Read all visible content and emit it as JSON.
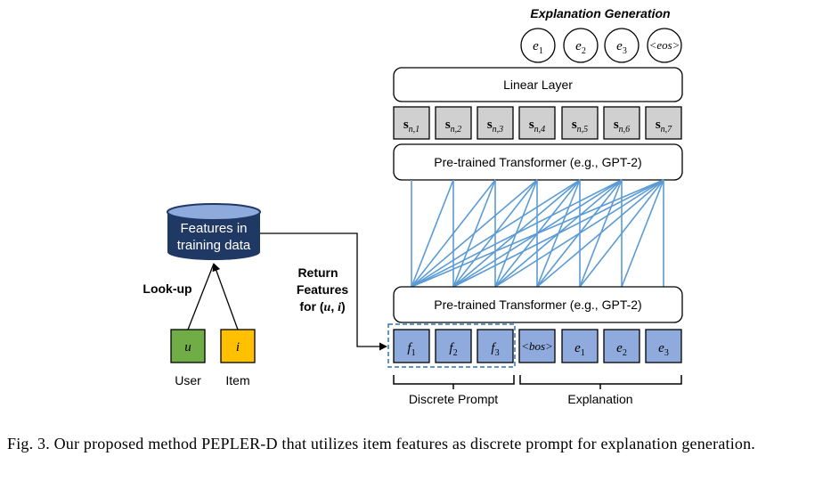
{
  "top_title": "Explanation Generation",
  "output_tokens": [
    {
      "base": "e",
      "sub": "1"
    },
    {
      "base": "e",
      "sub": "2"
    },
    {
      "base": "e",
      "sub": "3"
    },
    {
      "base": "<eos>",
      "sub": ""
    }
  ],
  "linear_layer": "Linear Layer",
  "hidden_states": [
    {
      "base": "s",
      "sub": "n,1"
    },
    {
      "base": "s",
      "sub": "n,2"
    },
    {
      "base": "s",
      "sub": "n,3"
    },
    {
      "base": "s",
      "sub": "n,4"
    },
    {
      "base": "s",
      "sub": "n,5"
    },
    {
      "base": "s",
      "sub": "n,6"
    },
    {
      "base": "s",
      "sub": "n,7"
    }
  ],
  "transformer_top": "Pre-trained Transformer (e.g., GPT-2)",
  "transformer_bottom": "Pre-trained Transformer (e.g., GPT-2)",
  "input_tokens": [
    {
      "base": "f",
      "sub": "1"
    },
    {
      "base": "f",
      "sub": "2"
    },
    {
      "base": "f",
      "sub": "3"
    },
    {
      "base": "<bos>",
      "sub": ""
    },
    {
      "base": "e",
      "sub": "1"
    },
    {
      "base": "e",
      "sub": "2"
    },
    {
      "base": "e",
      "sub": "3"
    }
  ],
  "database": {
    "line1": "Features in",
    "line2": "training data"
  },
  "lookup": "Look-up",
  "return_features": {
    "line1": "Return",
    "line2": "Features",
    "line3_prefix": "for (",
    "u": "u",
    "sep": ", ",
    "i": "i",
    "line3_suffix": ")"
  },
  "user_box": "u",
  "item_box": "i",
  "user_label": "User",
  "item_label": "Item",
  "discrete_prompt": "Discrete Prompt",
  "explanation": "Explanation",
  "caption": "Fig. 3. Our proposed method PEPLER-D that utilizes item features as discrete prompt for explanation generation.",
  "colors": {
    "token_fill": "#8faadc",
    "hidden_fill": "#d0d0d0",
    "attention_line": "#5b9bd5",
    "database": "#203864",
    "database_top": "#8faadc",
    "user_fill": "#70ad47",
    "item_fill": "#ffc000",
    "prompt_border": "#2e75b6"
  }
}
